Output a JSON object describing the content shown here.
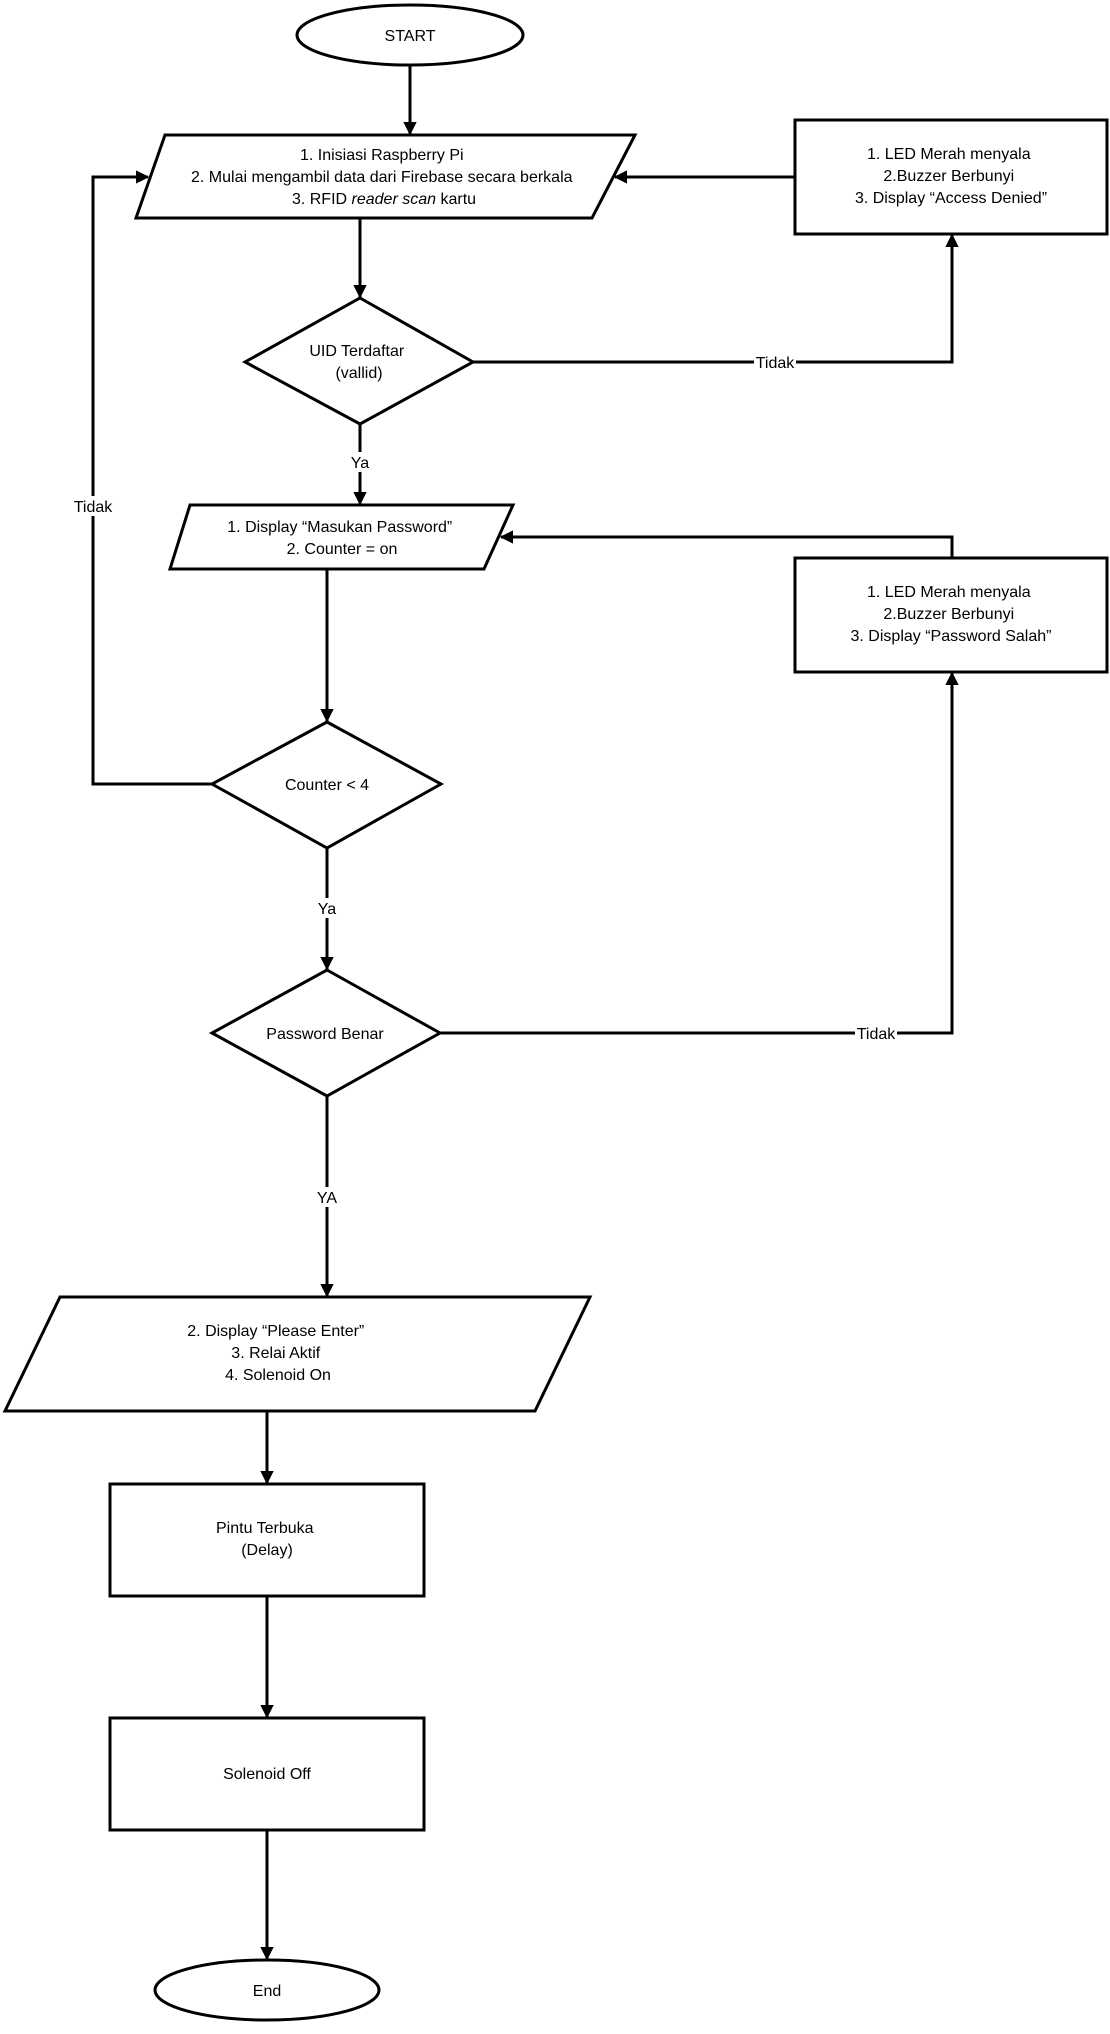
{
  "nodes": {
    "start": {
      "lines": [
        "START"
      ]
    },
    "init": {
      "lines": [
        "1. Inisiasi Raspberry Pi",
        "2. Mulai mengambil data dari Firebase secara berkala"
      ],
      "line3": {
        "prefix": "3. RFID ",
        "italic": "reader scan",
        "suffix": " kartu"
      }
    },
    "uid_check": {
      "lines": [
        "UID Terdaftar",
        "(vallid)"
      ]
    },
    "denied": {
      "lines": [
        "1. LED Merah menyala",
        "2.Buzzer Berbunyi",
        "3. Display “Access Denied”"
      ]
    },
    "password_prompt": {
      "lines": [
        "1. Display “Masukan Password”",
        "2. Counter = on"
      ]
    },
    "wrong_pw": {
      "lines": [
        "1. LED Merah menyala",
        "2.Buzzer Berbunyi",
        "3. Display “Password Salah”"
      ]
    },
    "counter_check": {
      "lines": [
        "Counter < 4"
      ]
    },
    "password_check": {
      "lines": [
        "Password Benar"
      ]
    },
    "enter": {
      "lines": [
        "2. Display “Please Enter”",
        "3. Relai Aktif",
        "4. Solenoid On"
      ]
    },
    "door_open": {
      "lines": [
        "Pintu Terbuka",
        "(Delay)"
      ]
    },
    "solenoid_off": {
      "lines": [
        "Solenoid Off"
      ]
    },
    "end": {
      "lines": [
        "End"
      ]
    }
  },
  "edge_labels": {
    "uid_no": "Tidak",
    "uid_yes": "Ya",
    "counter_no": "Tidak",
    "counter_yes": "Ya",
    "pw_no": "Tidak",
    "pw_yes": "YA"
  }
}
